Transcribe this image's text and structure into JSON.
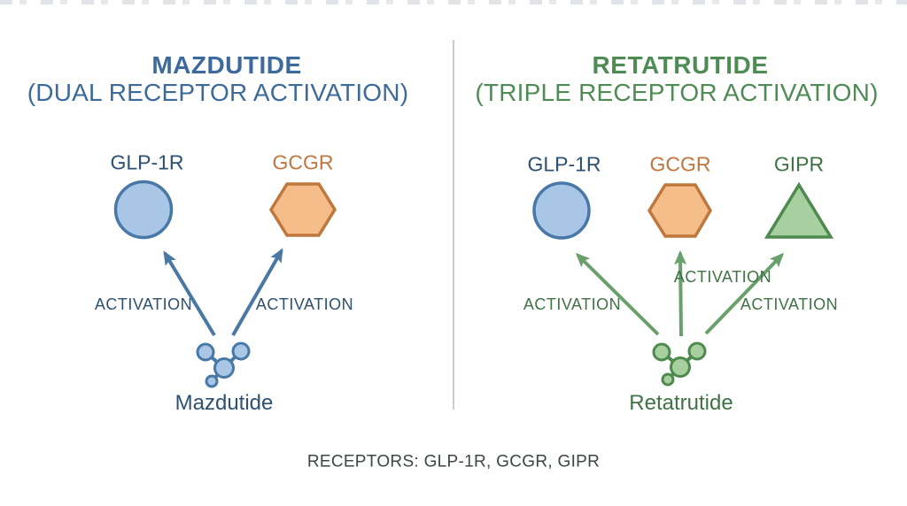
{
  "left_panel": {
    "title": "MAZDUTIDE",
    "subtitle": "(DUAL RECEPTOR ACTIVATION)",
    "receptors": [
      {
        "name": "GLP-1R",
        "shape": "circle"
      },
      {
        "name": "GCGR",
        "shape": "hexagon"
      }
    ],
    "arrows": [
      {
        "label": "ACTIVATION"
      },
      {
        "label": "ACTIVATION"
      }
    ],
    "ligand": {
      "name": "Mazdutide"
    }
  },
  "right_panel": {
    "title": "RETATRUTIDE",
    "subtitle": "(TRIPLE RECEPTOR ACTIVATION)",
    "receptors": [
      {
        "name": "GLP-1R",
        "shape": "circle"
      },
      {
        "name": "GCGR",
        "shape": "hexagon"
      },
      {
        "name": "GIPR",
        "shape": "triangle"
      }
    ],
    "arrows": [
      {
        "label": "ACTIVATION"
      },
      {
        "label": "ACTIVATION"
      },
      {
        "label": "ACTIVATION"
      }
    ],
    "ligand": {
      "name": "Retatrutide"
    }
  },
  "footer": {
    "text": "RECEPTORS: GLP-1R, GCGR, GIPR"
  },
  "colors": {
    "blue_title": "#3d6a9c",
    "blue_text": "#2d5073",
    "blue_arrow": "#4b77a5",
    "blue_fill": "#a9c6e6",
    "blue_stroke": "#4878a8",
    "green_title": "#4f8b55",
    "green_text": "#3f7245",
    "green_arrow": "#6aa06c",
    "green_fill": "#a8cfa0",
    "green_stroke": "#4e8a4e",
    "orange_text": "#c0763f",
    "orange_fill": "#f5bd8a",
    "orange_stroke": "#c0773c",
    "divider": "#cccccc",
    "footer_text": "#3d4840",
    "background": "#ffffff"
  }
}
